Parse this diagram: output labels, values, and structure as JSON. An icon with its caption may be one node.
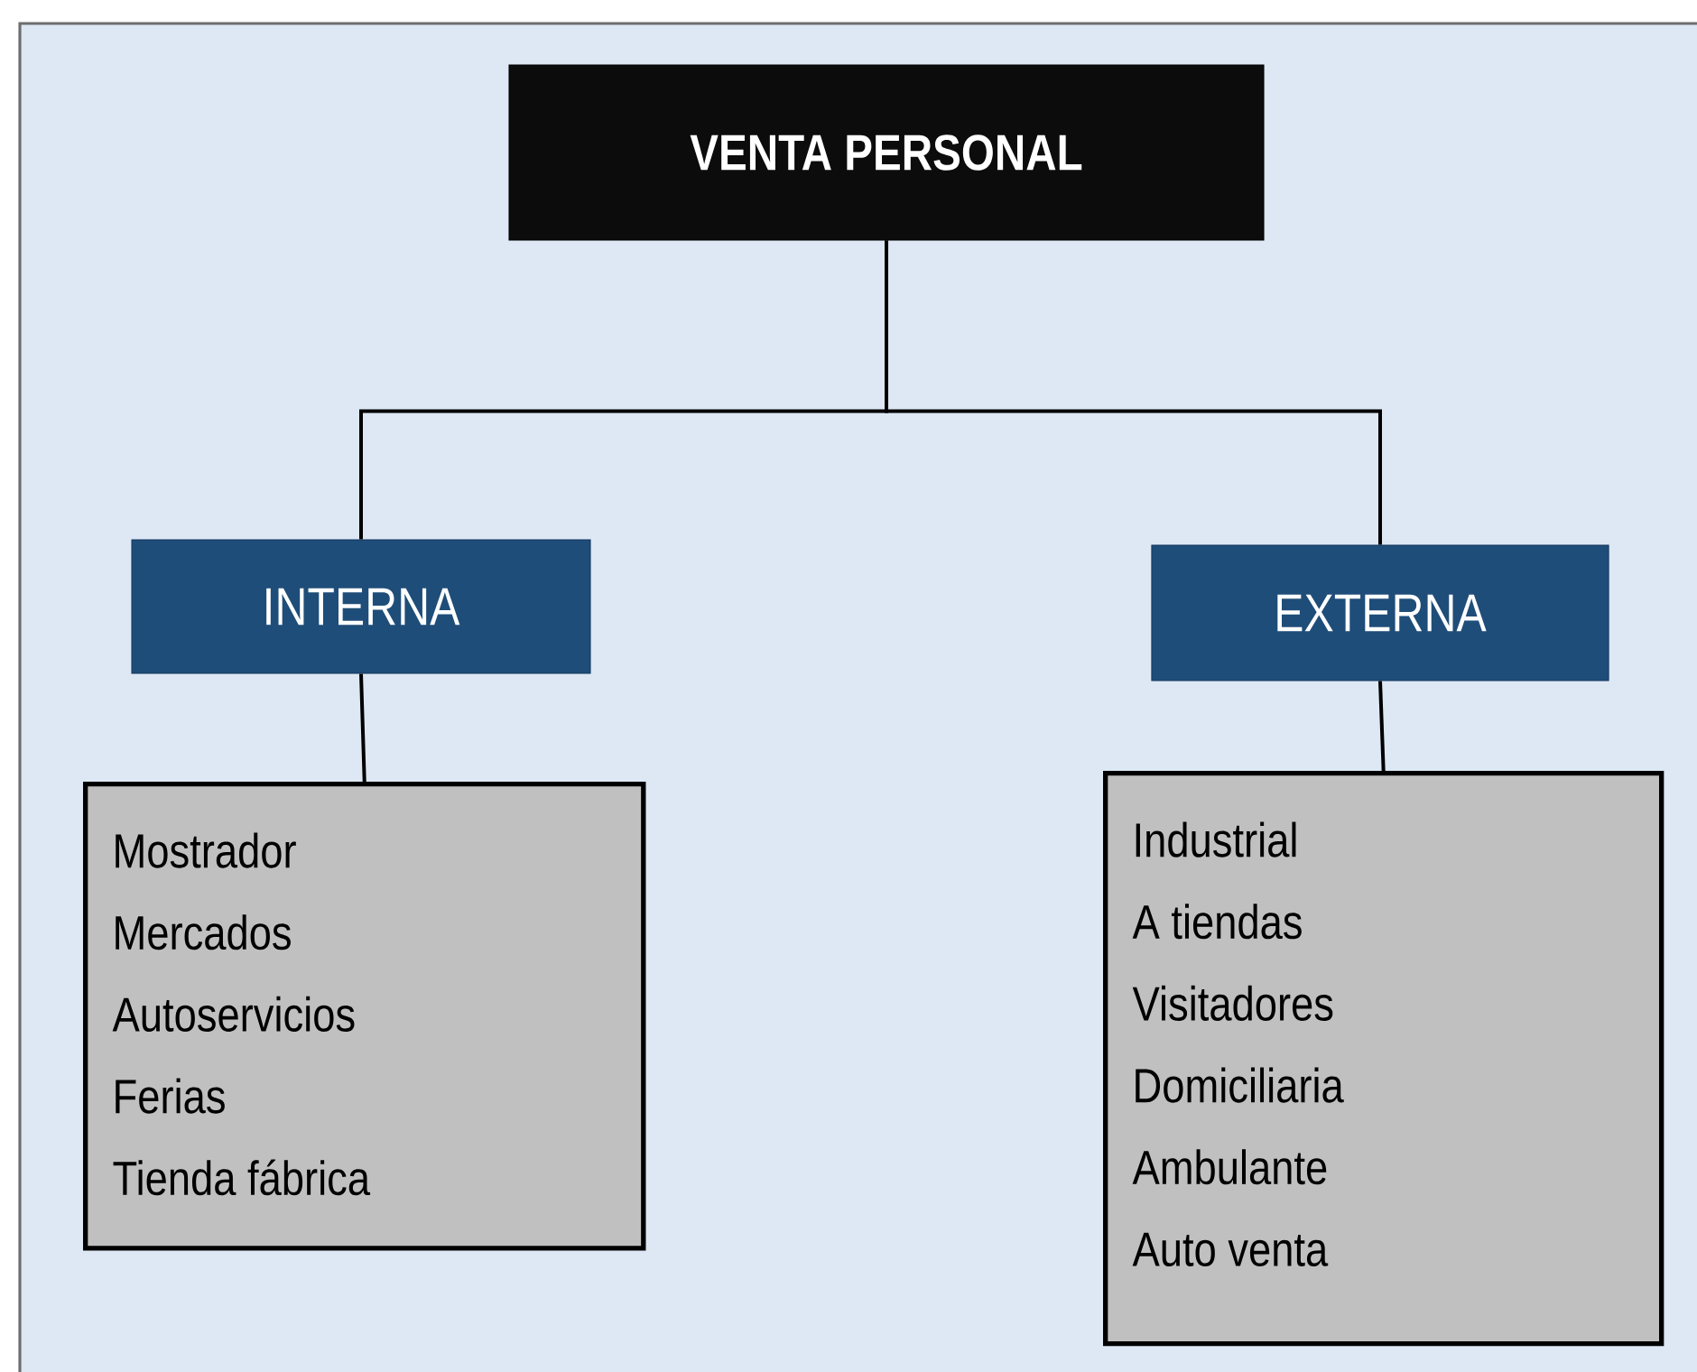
{
  "diagram": {
    "nodes": [
      {
        "text": [
          "VENTA PERSONAL"
        ]
      },
      {
        "text": [
          "INTERNA"
        ]
      },
      {
        "text": [
          "EXTERNA"
        ]
      },
      {
        "text": [
          "Mostrador",
          "Mercados",
          "Autoservicios",
          "Ferias",
          "Tienda fábrica"
        ]
      },
      {
        "text": [
          "Industrial",
          "A tiendas",
          "Visitadores",
          "Domiciliaria",
          "Ambulante",
          "Auto venta"
        ]
      }
    ],
    "edges": [
      {
        "from": 0,
        "to": 1,
        "arrow": "none"
      },
      {
        "from": 0,
        "to": 2,
        "arrow": "none"
      },
      {
        "from": 1,
        "to": 3,
        "arrow": "none"
      },
      {
        "from": 2,
        "to": 4,
        "arrow": "none"
      }
    ]
  }
}
